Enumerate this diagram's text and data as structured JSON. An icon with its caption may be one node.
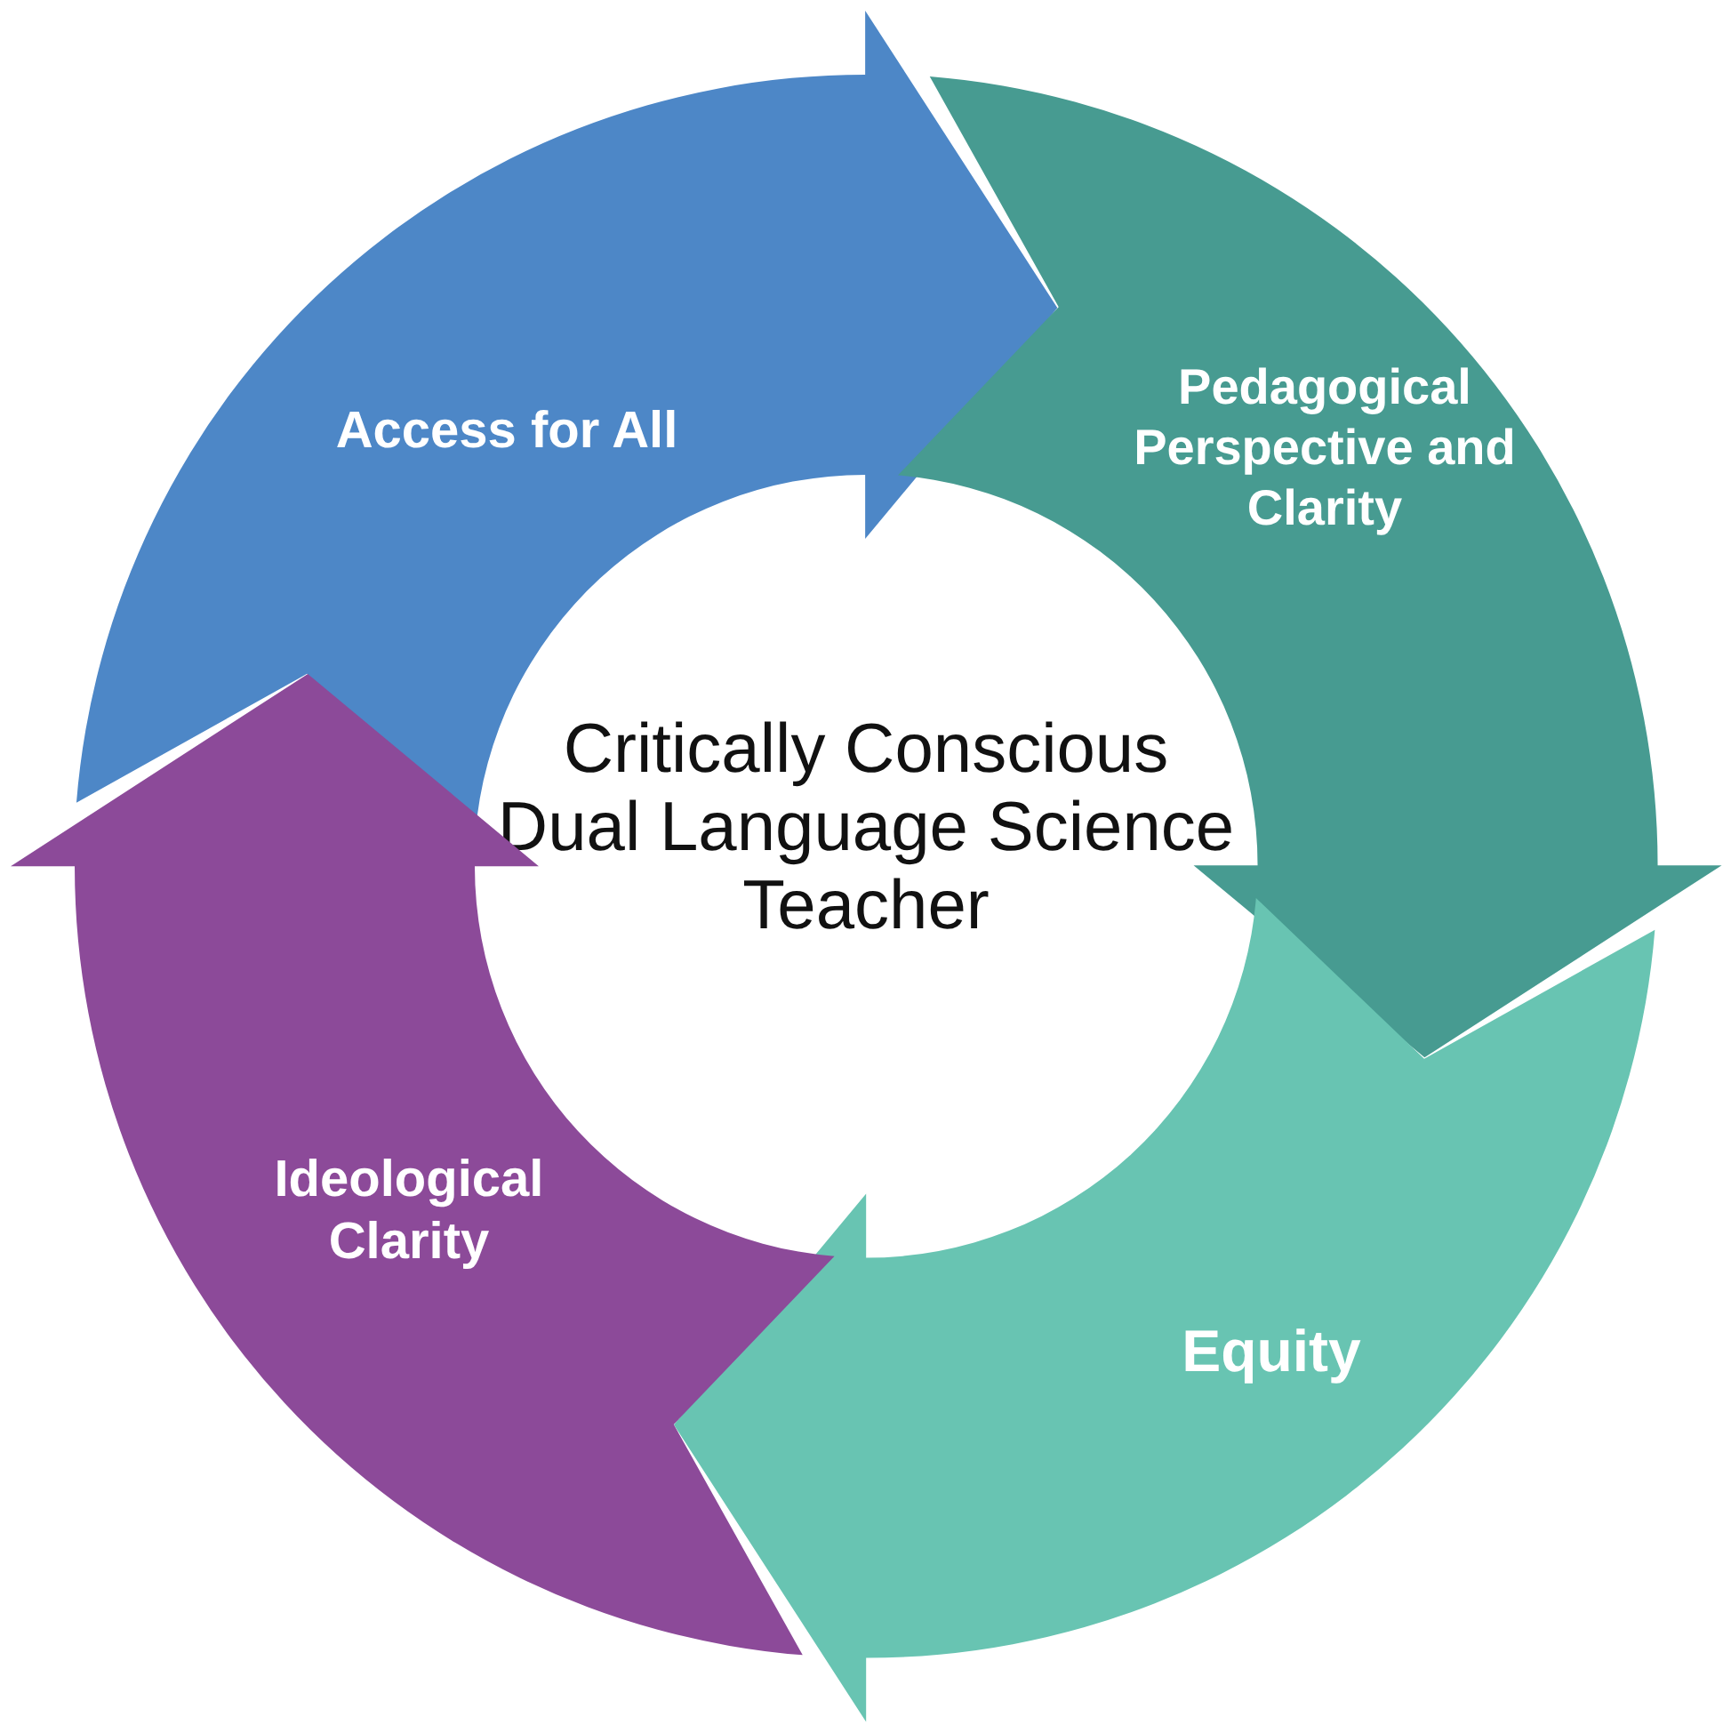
{
  "diagram": {
    "nodes": [
      {
        "text": [
          "Access for All"
        ]
      },
      {
        "text": [
          "Pedagogical Perspective and Clarity"
        ]
      },
      {
        "text": [
          "Critically Conscious Dual Language Science Teacher"
        ]
      },
      {
        "text": [
          "Ideological Clarity"
        ]
      },
      {
        "text": [
          "Equity"
        ]
      }
    ]
  }
}
